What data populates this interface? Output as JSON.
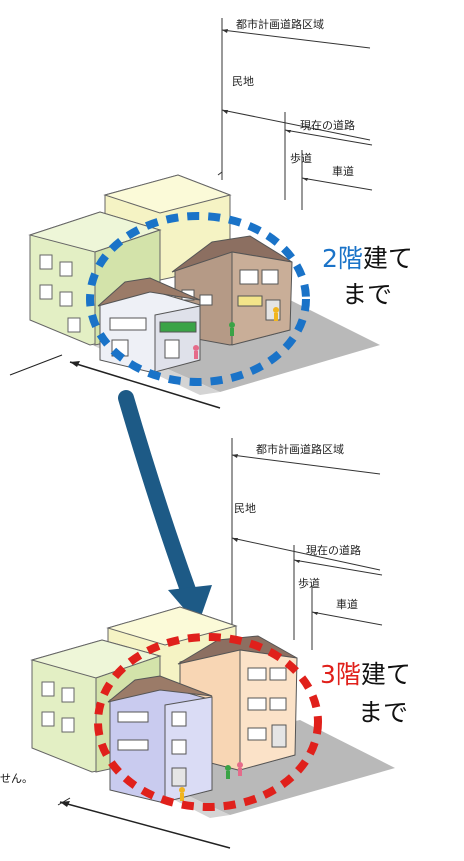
{
  "top": {
    "zone_label": "都市計画道路区域",
    "private_land_label": "民地",
    "current_road_label": "現在の道路",
    "sidewalk_label": "歩道",
    "roadway_label": "車道",
    "limit_number": "2",
    "limit_kai": "階",
    "limit_suffix": "建て",
    "limit_made": "まで",
    "ellipse_color": "#1a73c8"
  },
  "bottom": {
    "zone_label": "都市計画道路区域",
    "private_land_label": "民地",
    "current_road_label": "現在の道路",
    "sidewalk_label": "歩道",
    "roadway_label": "車道",
    "limit_number": "3",
    "limit_kai": "階",
    "limit_suffix": "建て",
    "limit_made": "まで",
    "ellipse_color": "#e0201b"
  },
  "cut_text": "せん。",
  "arrow_color": "#1d5a86",
  "colors": {
    "green_building": "#e3efc4",
    "yellow_building": "#f5f3c4",
    "road": "#b9b9b9",
    "house_brown": "#b59a86",
    "roof_brown": "#8c6f61",
    "house_white": "#eef0f6",
    "house_purple": "#c9cbef",
    "house_orange": "#f8d6b4"
  }
}
